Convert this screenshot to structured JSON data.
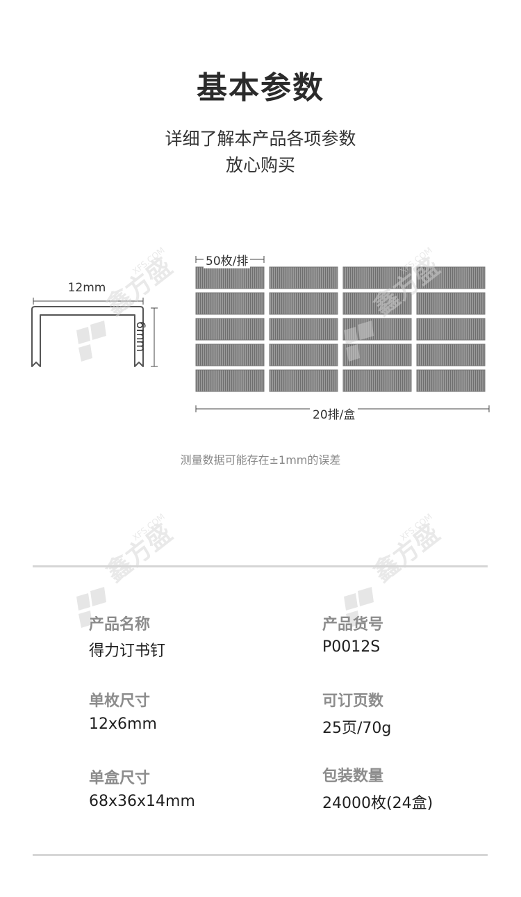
{
  "header": {
    "title": "基本参数",
    "subtitle_line1": "详细了解本产品各项参数",
    "subtitle_line2": "放心购买"
  },
  "diagram": {
    "staple_width": "12mm",
    "staple_height": "6mm",
    "per_row": "50枚/排",
    "per_box": "20排/盒",
    "strip_rows": 5,
    "strip_cols": 4
  },
  "note": "测量数据可能存在±1mm的误差",
  "specs": [
    {
      "label": "产品名称",
      "value": "得力订书钉"
    },
    {
      "label": "产品货号",
      "value": "P0012S"
    },
    {
      "label": "单枚尺寸",
      "value": "12x6mm"
    },
    {
      "label": "可订页数",
      "value": "25页/70g"
    },
    {
      "label": "单盒尺寸",
      "value": "68x36x14mm"
    },
    {
      "label": "包装数量",
      "value": "24000枚(24盒)"
    }
  ],
  "watermark": {
    "text": "XFS.COM",
    "brand": "鑫方盛"
  },
  "colors": {
    "strip": "#8a8a8a",
    "divider": "#d6d6d6",
    "label": "#8c8c8c"
  }
}
